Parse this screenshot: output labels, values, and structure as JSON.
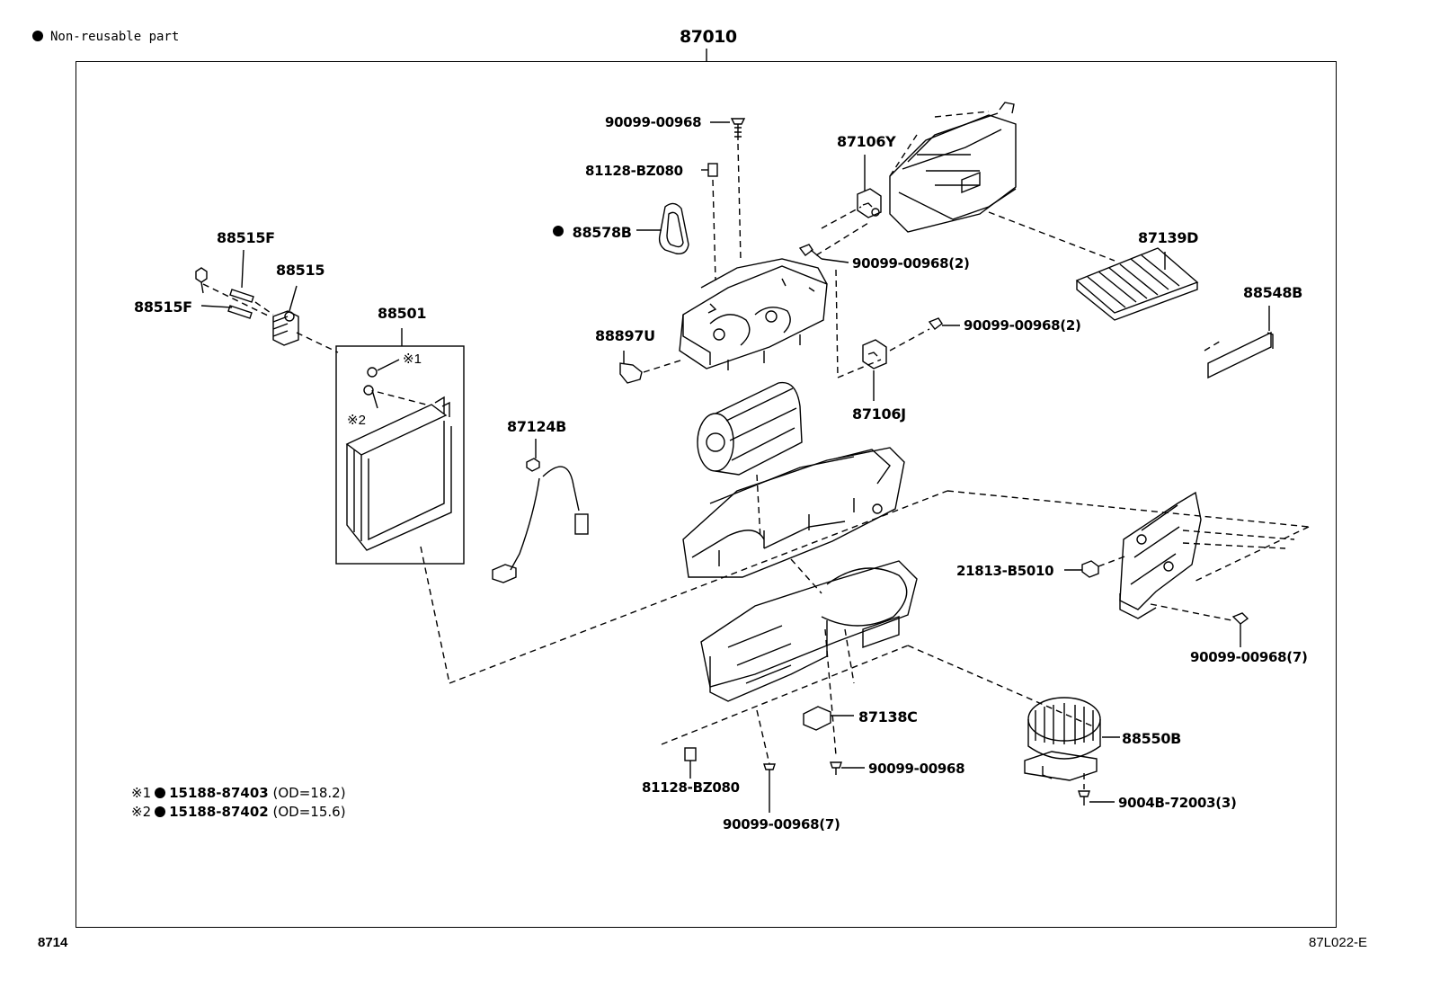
{
  "legend": {
    "text": "Non-reusable part"
  },
  "assembly_number": "87010",
  "labels": {
    "p88515F_a": "88515F",
    "p88515": "88515",
    "p88515F_b": "88515F",
    "p88501": "88501",
    "note1_mark": "※1",
    "note2_mark": "※2",
    "p90099_00968_top": "90099-00968",
    "p81128_BZ080_top": "81128-BZ080",
    "p88578B": "88578B",
    "p87106Y": "87106Y",
    "p90099_00968_2a": "90099-00968(2)",
    "p87139D": "87139D",
    "p88548B": "88548B",
    "p90099_00968_2b": "90099-00968(2)",
    "p88897U": "88897U",
    "p87106J": "87106J",
    "p87124B": "87124B",
    "p21813_B5010": "21813-B5010",
    "p90099_00968_7a": "90099-00968(7)",
    "p87138C": "87138C",
    "p88550B": "88550B",
    "p90099_00968_bottom": "90099-00968",
    "p81128_BZ080_bottom": "81128-BZ080",
    "p9004B_72003": "9004B-72003(3)",
    "p90099_00968_7b": "90099-00968(7)"
  },
  "notes": [
    {
      "mark": "※1",
      "part": "15188-87403",
      "spec": "(OD=18.2)"
    },
    {
      "mark": "※2",
      "part": "15188-87402",
      "spec": "(OD=15.6)"
    }
  ],
  "footer": {
    "left": "8714",
    "right": "87L022-E"
  }
}
